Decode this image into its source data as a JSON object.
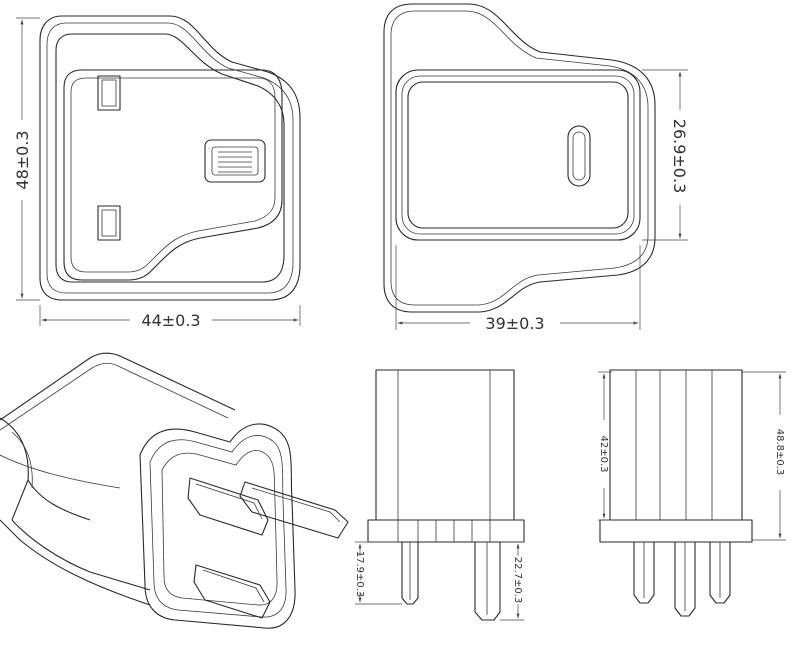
{
  "dimensions": {
    "top_left_height": "48±0.3",
    "top_left_width": "44±0.3",
    "top_right_height": "26.9±0.3",
    "top_right_width": "39±0.3",
    "bottom_mid_pin_short": "17.9±0.3",
    "bottom_mid_pin_long": "22.7±0.3",
    "bottom_right_inner": "42±0.3",
    "bottom_right_outer": "48.8±0.3"
  }
}
